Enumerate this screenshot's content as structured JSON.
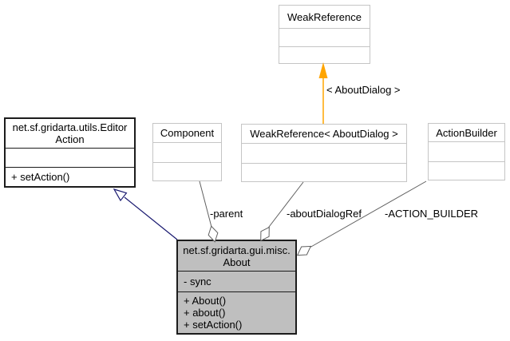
{
  "nodes": {
    "weak_reference": {
      "title": "WeakReference"
    },
    "editor_action": {
      "title_lines": [
        "net.sf.gridarta.utils.Editor",
        "Action"
      ],
      "methods": [
        "+ setAction()"
      ]
    },
    "component": {
      "title": "Component"
    },
    "weak_reference_about_dialog": {
      "title": "WeakReference< AboutDialog >"
    },
    "action_builder": {
      "title": "ActionBuilder"
    },
    "about": {
      "title_lines": [
        "net.sf.gridarta.gui.misc.",
        "About"
      ],
      "attributes": [
        "- sync"
      ],
      "methods": [
        "+ About()",
        "+ about()",
        "+ setAction()"
      ]
    }
  },
  "edges": {
    "template_arg_label": "< AboutDialog >",
    "parent_label": "-parent",
    "about_dialog_ref_label": "-aboutDialogRef",
    "action_builder_label": "-ACTION_BUILDER"
  },
  "colors": {
    "main_node_fill": "#bfbfbf",
    "node_fill": "#ffffff",
    "external_border": "#c5c5c5",
    "documented_border": "#1c1c1c",
    "association_edge": "#606060",
    "inheritance_edge": "#191970",
    "template_edge": "#ffa500",
    "text": "#000000"
  }
}
